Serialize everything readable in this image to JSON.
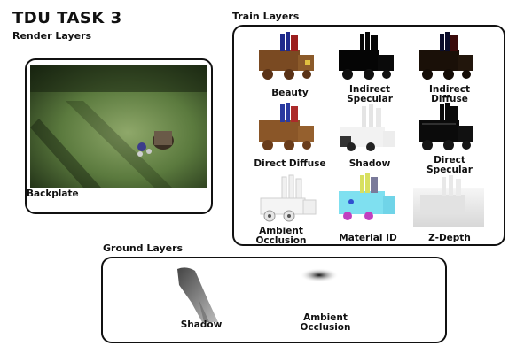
{
  "header": {
    "title": "TDU TASK 3",
    "subtitle": "Render Layers"
  },
  "backplate": {
    "label": "Backplate"
  },
  "train": {
    "section_label": "Train Layers",
    "layers": [
      "Beauty",
      "Indirect\nSpecular",
      "Indirect\nDiffuse",
      "Direct Diffuse",
      "Shadow",
      "Direct\nSpecular",
      "Ambient\nOcclusion",
      "Material ID",
      "Z-Depth"
    ]
  },
  "ground": {
    "section_label": "Ground Layers",
    "layers": [
      "Shadow",
      "Ambient\nOcclusion"
    ]
  },
  "colors": {
    "wood": "#7a4a22",
    "blue_stack": "#1f2a8c",
    "red_stack": "#9c1e1e",
    "id_cyan": "#7fe0f0",
    "id_magenta": "#c040c0"
  }
}
